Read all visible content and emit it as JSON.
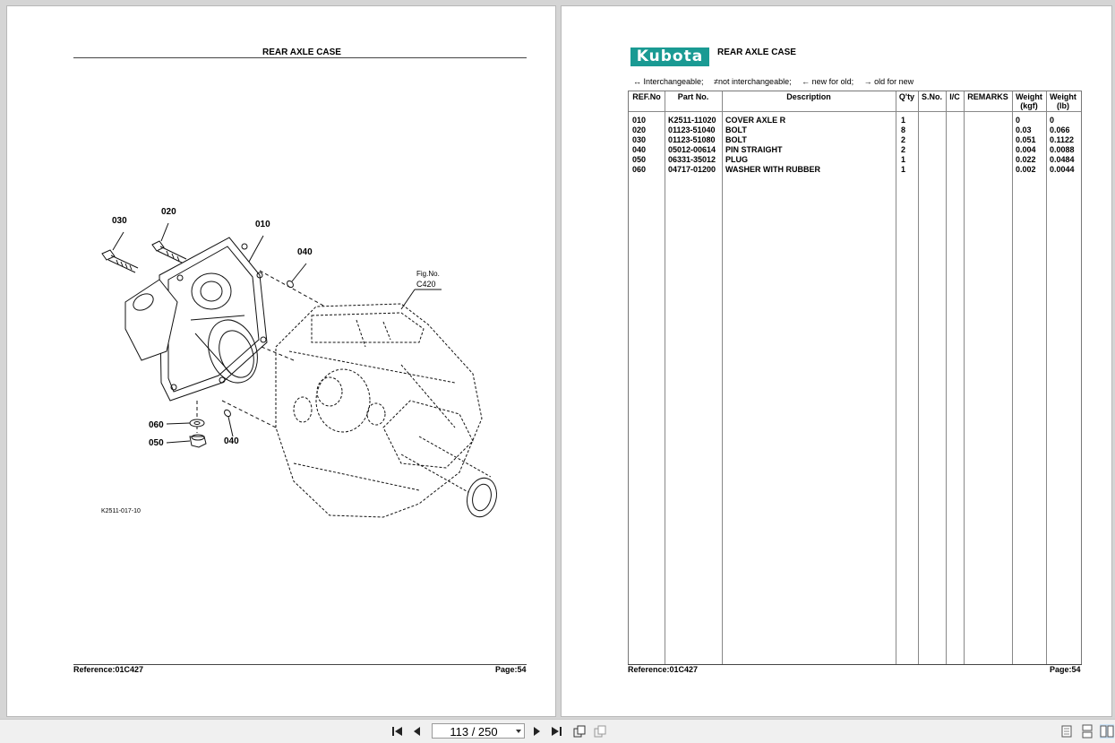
{
  "left_page": {
    "title": "REAR AXLE CASE",
    "callouts": {
      "c030": "030",
      "c020": "020",
      "c010": "010",
      "c040_top": "040",
      "c060": "060",
      "c050": "050",
      "c040_bottom": "040"
    },
    "fig_label": "Fig.No.",
    "fig_number": "C420",
    "drawing_id": "K2511-017-10",
    "footer_reference": "Reference:01C427",
    "footer_page": "Page:54"
  },
  "right_page": {
    "logo": "Kubota",
    "title": "REAR AXLE CASE",
    "legend": [
      "↔ Interchangeable;",
      "≠not interchangeable;",
      "← new for old;",
      "→ old for new"
    ],
    "columns": [
      {
        "key": "ref",
        "label": "REF.No"
      },
      {
        "key": "part",
        "label": "Part No."
      },
      {
        "key": "desc",
        "label": "Description"
      },
      {
        "key": "qty",
        "label": "Q'ty"
      },
      {
        "key": "sno",
        "label": "S.No."
      },
      {
        "key": "ic",
        "label": "I/C"
      },
      {
        "key": "remarks",
        "label": "REMARKS"
      },
      {
        "key": "wkg",
        "label": "Weight (kgf)"
      },
      {
        "key": "wlb",
        "label": "Weight (lb)"
      }
    ],
    "rows": [
      {
        "ref": "010",
        "part": "K2511-11020",
        "desc": "COVER AXLE R",
        "qty": "1",
        "wkg": "0",
        "wlb": "0"
      },
      {
        "ref": "020",
        "part": "01123-51040",
        "desc": "BOLT",
        "qty": "8",
        "wkg": "0.03",
        "wlb": "0.066"
      },
      {
        "ref": "030",
        "part": "01123-51080",
        "desc": "BOLT",
        "qty": "2",
        "wkg": "0.051",
        "wlb": "0.1122"
      },
      {
        "ref": "040",
        "part": "05012-00614",
        "desc": "PIN STRAIGHT",
        "qty": "2",
        "wkg": "0.004",
        "wlb": "0.0088"
      },
      {
        "ref": "050",
        "part": "06331-35012",
        "desc": "PLUG",
        "qty": "1",
        "wkg": "0.022",
        "wlb": "0.0484"
      },
      {
        "ref": "060",
        "part": "04717-01200",
        "desc": "WASHER WITH RUBBER",
        "qty": "1",
        "wkg": "0.002",
        "wlb": "0.0044"
      }
    ],
    "footer_reference": "Reference:01C427",
    "footer_page": "Page:54"
  },
  "toolbar": {
    "page_indicator": "113 / 250",
    "icons": [
      "first-page-icon",
      "prev-page-icon",
      "next-page-icon",
      "last-page-icon",
      "rotate-icon",
      "fit-icon",
      "single-page-icon",
      "continuous-icon",
      "two-page-icon"
    ]
  }
}
